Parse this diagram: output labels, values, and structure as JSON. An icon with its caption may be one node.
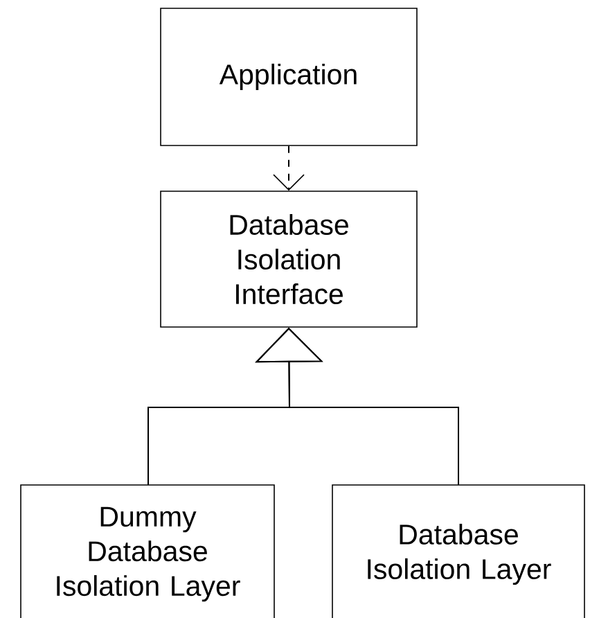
{
  "diagram": {
    "nodes": [
      {
        "text": [
          "Application"
        ]
      },
      {
        "text": [
          "Database Isolation Interface"
        ]
      },
      {
        "text": [
          "Dummy Database Isolation Layer"
        ]
      },
      {
        "text": [
          "Database Isolation Layer"
        ]
      }
    ],
    "edges": [
      {
        "from": 0,
        "to": 1,
        "arrow": "to",
        "style": "dashed"
      },
      {
        "from": 2,
        "to": 1,
        "arrow": "to"
      },
      {
        "from": 3,
        "to": 1,
        "arrow": "to"
      }
    ]
  }
}
